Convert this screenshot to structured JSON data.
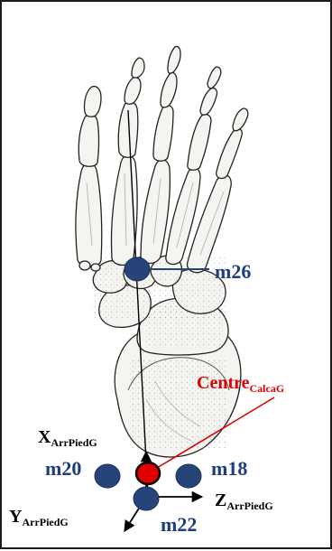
{
  "markers": {
    "m26": "m26",
    "m20": "m20",
    "m18": "m18",
    "m22": "m22"
  },
  "centre": {
    "main": "Centre",
    "sub": "CalcaG"
  },
  "axes": {
    "x": {
      "main": "X",
      "sub": "ArrPiedG"
    },
    "y": {
      "main": "Y",
      "sub": "ArrPiedG"
    },
    "z": {
      "main": "Z",
      "sub": "ArrPiedG"
    }
  },
  "colors": {
    "marker_fill": "#264478",
    "label_blue": "#1f3d7a",
    "centre_red": "#e00000",
    "bone": "#f4f4f1",
    "bone_shade": "#bdbdb8",
    "outline": "#222222"
  }
}
